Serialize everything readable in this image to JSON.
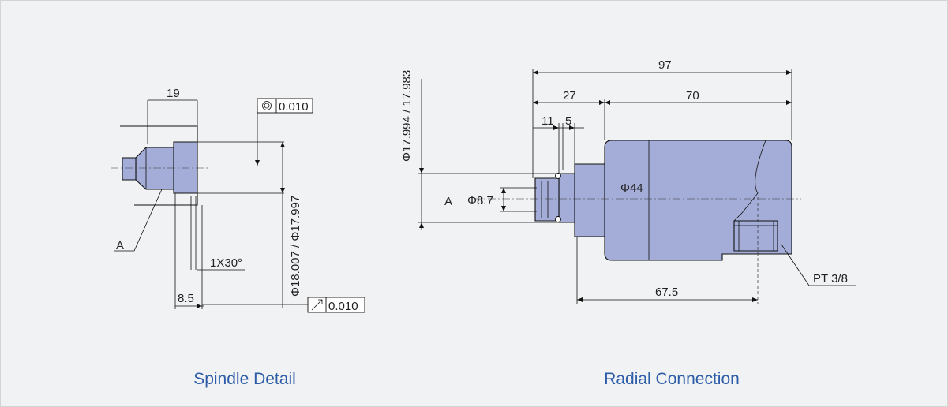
{
  "spindle_detail": {
    "caption": "Spindle Detail",
    "dim_length": "19",
    "dim_offset": "8.5",
    "chamfer": "1X30°",
    "diameter": "Φ18.007 / Φ17.997",
    "datum_label": "A",
    "concentricity_tolerance": "0.010",
    "runout_tolerance": "0.010"
  },
  "radial_connection": {
    "caption": "Radial Connection",
    "overall_length": "97",
    "shaft_length": "27",
    "body_length": "70",
    "dim_11": "11",
    "dim_5": "5",
    "shaft_diameter": "Φ17.994 / 17.983",
    "bore_diameter": "Φ8.7",
    "body_diameter": "Φ44",
    "port_distance": "67.5",
    "port_thread": "PT 3/8",
    "datum_label": "A"
  }
}
